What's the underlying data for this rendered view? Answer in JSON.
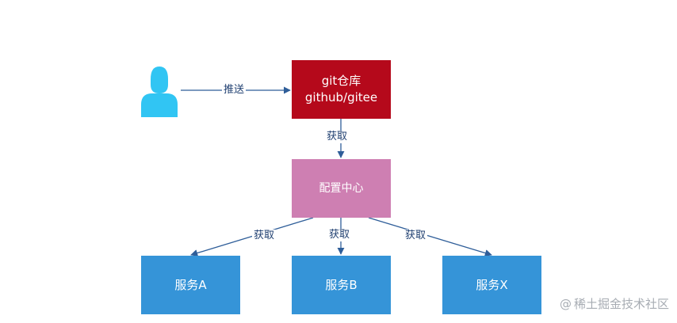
{
  "colors": {
    "user": "#31c5f3",
    "repo": "#b5091b",
    "config": "#ce7fb2",
    "service": "#3594d8",
    "edge": "#2f5e99"
  },
  "icons": {
    "user": "person-icon",
    "watermark": "at-icon"
  },
  "nodes": {
    "repo": {
      "line1": "git仓库",
      "line2": "github/gitee"
    },
    "config": {
      "label": "配置中心"
    },
    "services": [
      {
        "label": "服务A"
      },
      {
        "label": "服务B"
      },
      {
        "label": "服务X"
      }
    ]
  },
  "edges": {
    "push": "推送",
    "fetch_top": "获取",
    "fetch_a": "获取",
    "fetch_b": "获取",
    "fetch_x": "获取"
  },
  "watermark": {
    "at": "@",
    "text": "稀土掘金技术社区"
  }
}
